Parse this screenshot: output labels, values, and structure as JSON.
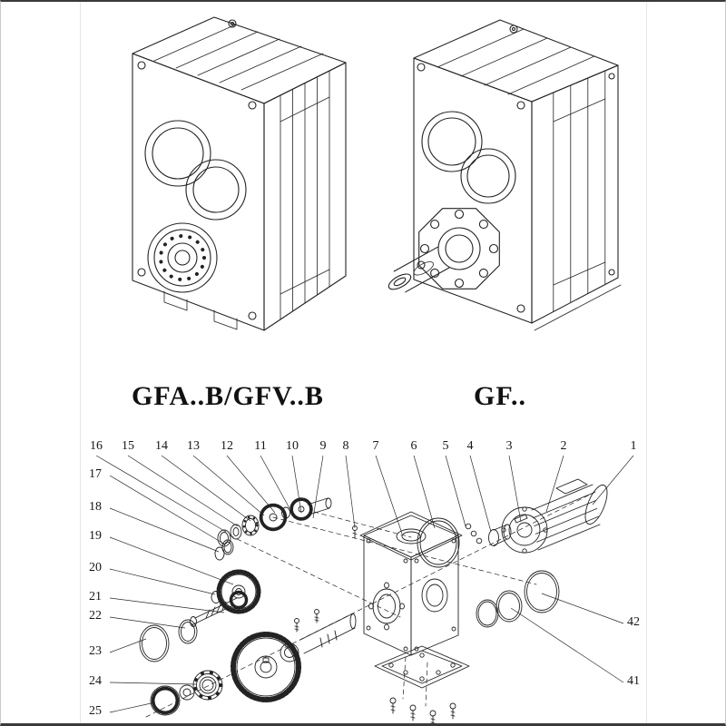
{
  "page": {
    "background": "#ffffff",
    "line_color": "#232323",
    "text_color": "#161616"
  },
  "models": {
    "left_label": "GFA..B/GFV..B",
    "right_label": "GF.."
  },
  "exploded": {
    "top_row": [
      "16",
      "15",
      "14",
      "13",
      "12",
      "11",
      "10",
      "9",
      "8",
      "7",
      "6",
      "5",
      "4",
      "3",
      "2",
      "1"
    ],
    "left_column": [
      "17",
      "18",
      "19",
      "20",
      "21",
      "22",
      "23",
      "24",
      "25"
    ],
    "right_column": [
      "42",
      "41"
    ]
  }
}
